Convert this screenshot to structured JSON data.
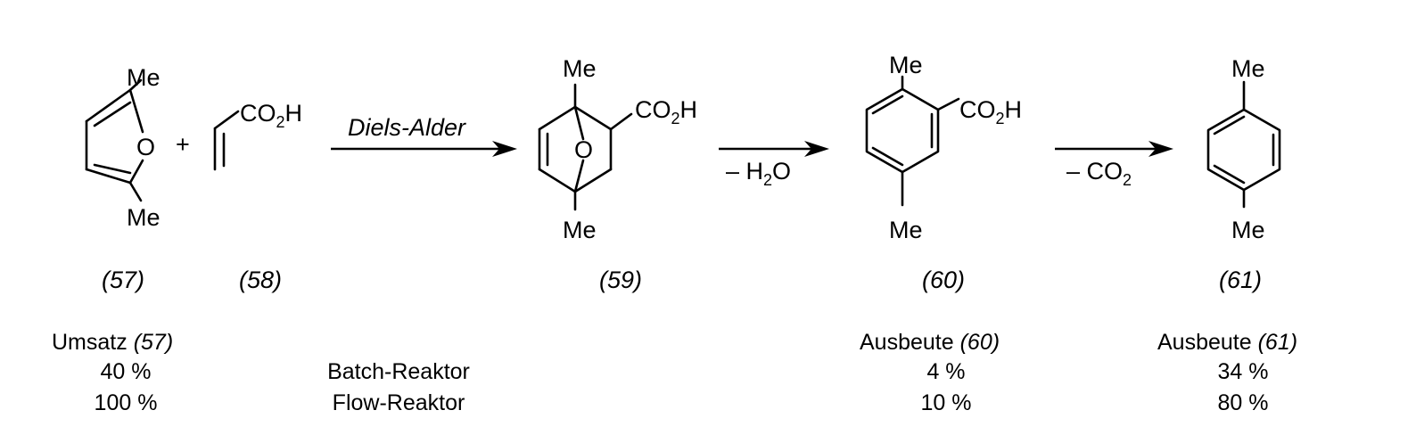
{
  "labels": {
    "me": "Me",
    "o": "O",
    "plus": "+",
    "co2h_pre": "CO",
    "co2h_sub": "2",
    "co2h_post": "H"
  },
  "arrows": {
    "diels_alder": "Diels-Alder",
    "minus_h2o_pre": "– H",
    "minus_h2o_sub": "2",
    "minus_h2o_post": "O",
    "minus_co2_pre": "– CO",
    "minus_co2_sub": "2"
  },
  "compounds": {
    "c57": "(57)",
    "c58": "(58)",
    "c59": "(59)",
    "c60": "(60)",
    "c61": "(61)"
  },
  "table": {
    "umsatz_label": "Umsatz",
    "umsatz_ref": "(57)",
    "ausbeute60_label": "Ausbeute",
    "ausbeute60_ref": "(60)",
    "ausbeute61_label": "Ausbeute",
    "ausbeute61_ref": "(61)",
    "rows": [
      {
        "reactor": "Batch-Reaktor",
        "umsatz": "40 %",
        "ausbeute60": "4 %",
        "ausbeute61": "34 %"
      },
      {
        "reactor": "Flow-Reaktor",
        "umsatz": "100 %",
        "ausbeute60": "10 %",
        "ausbeute61": "80 %"
      }
    ]
  }
}
